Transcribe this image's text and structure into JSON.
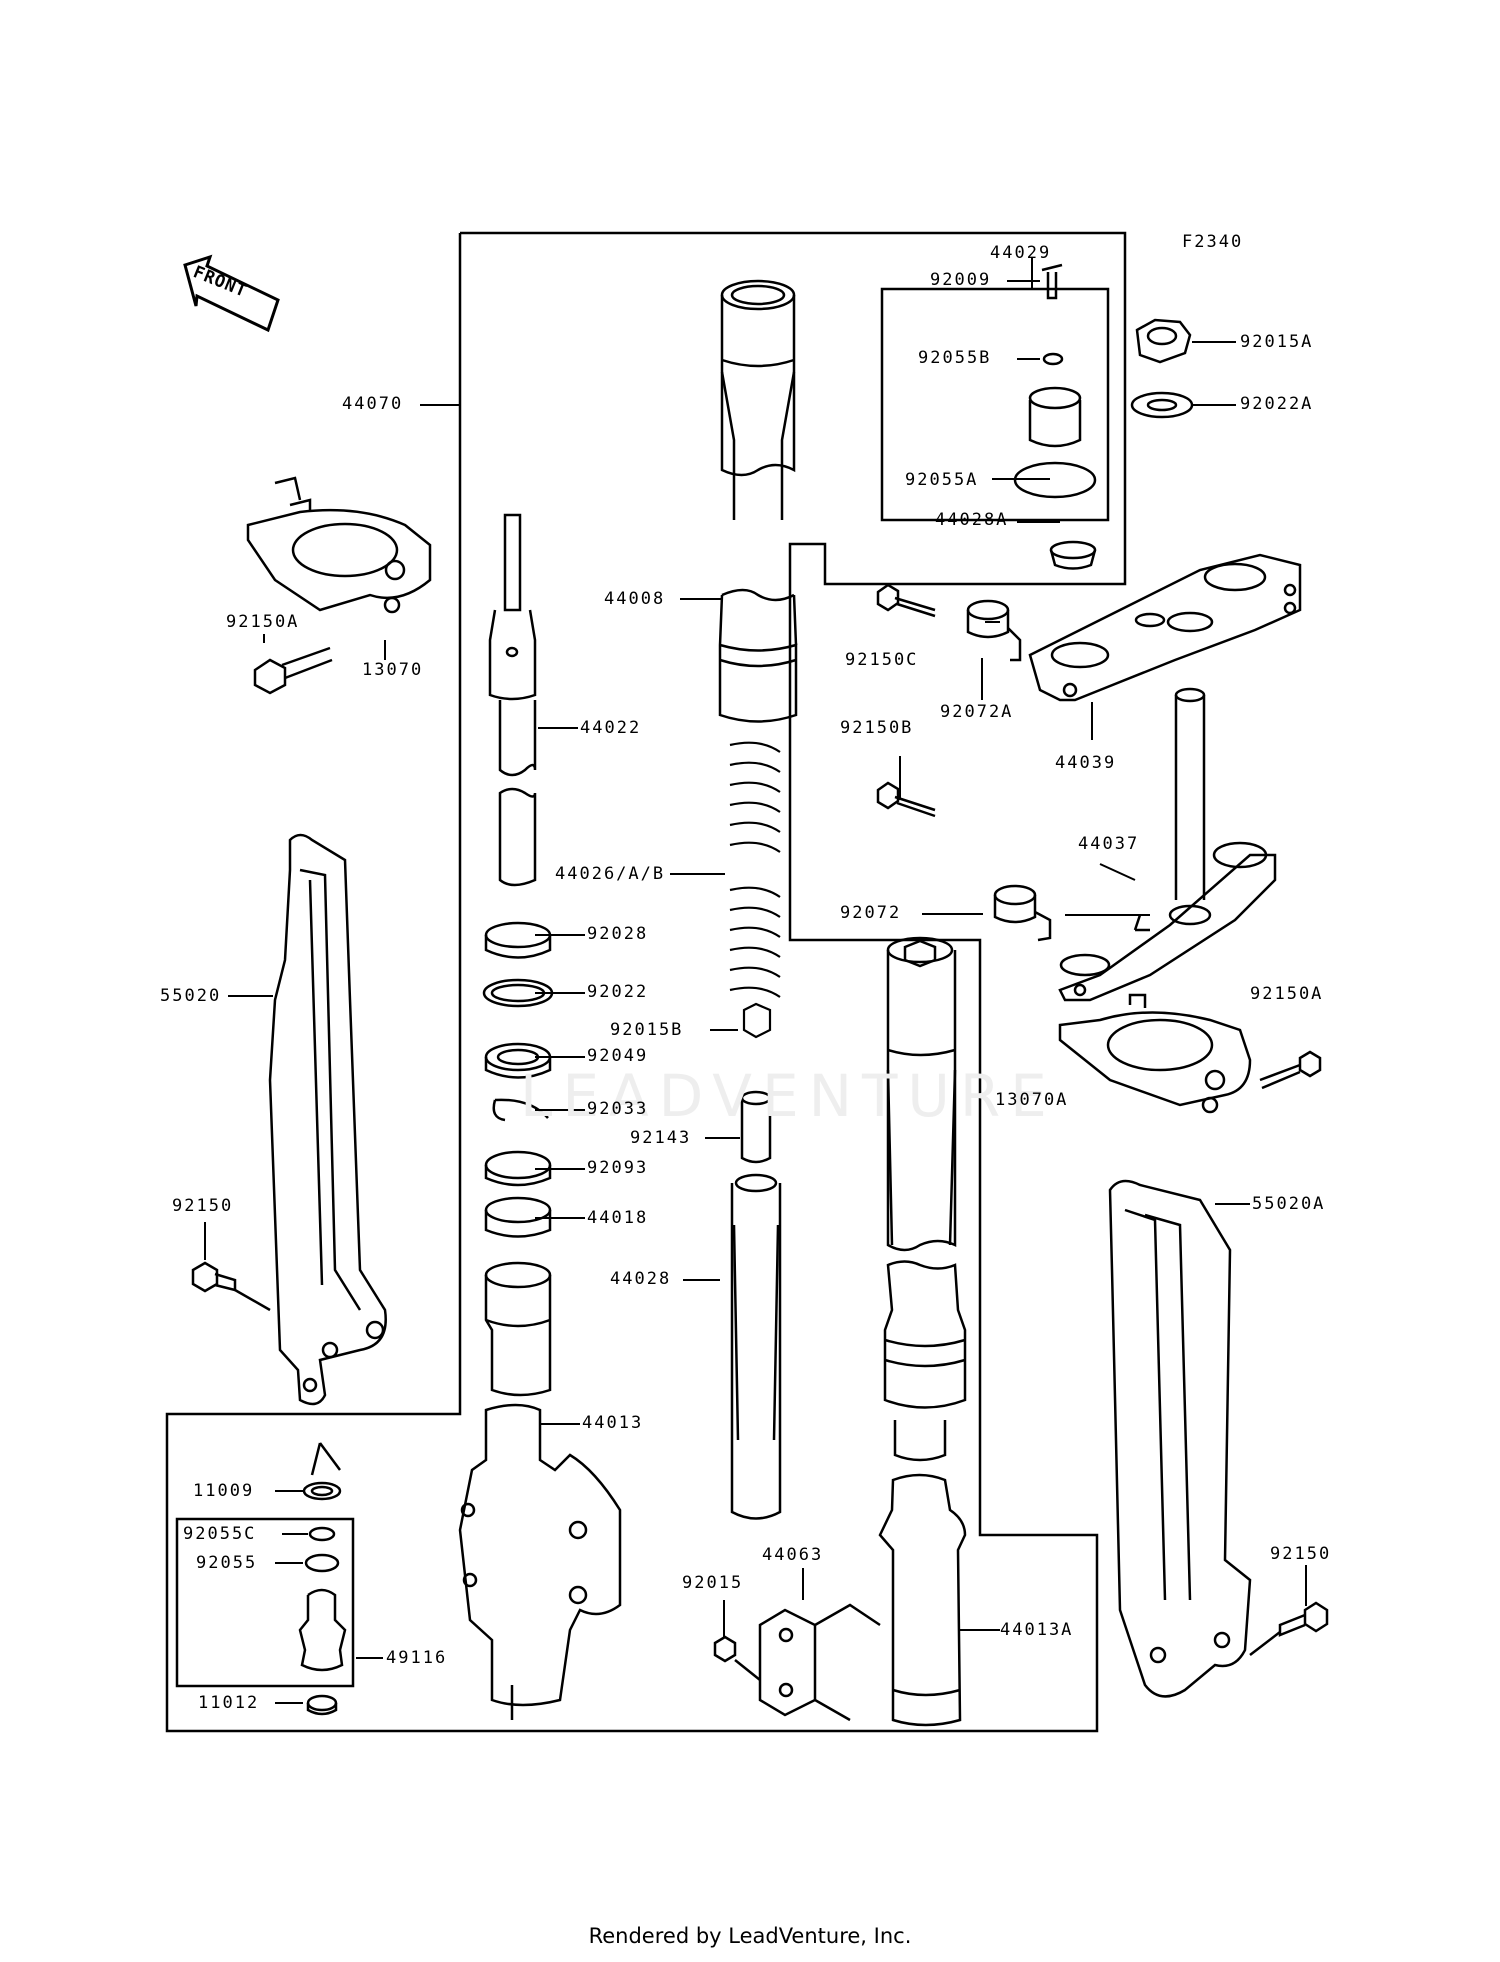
{
  "diagram_code": "F2340",
  "front_label": "FRONT",
  "watermark": "LEADVENTURE",
  "footer": "Rendered by LeadVenture, Inc.",
  "labels": [
    {
      "id": "44029",
      "text": "44029"
    },
    {
      "id": "92009",
      "text": "92009"
    },
    {
      "id": "92055B",
      "text": "92055B"
    },
    {
      "id": "92055A",
      "text": "92055A"
    },
    {
      "id": "44028A",
      "text": "44028A"
    },
    {
      "id": "92015A",
      "text": "92015A"
    },
    {
      "id": "92022A",
      "text": "92022A"
    },
    {
      "id": "44070",
      "text": "44070"
    },
    {
      "id": "92150A-l",
      "text": "92150A"
    },
    {
      "id": "13070",
      "text": "13070"
    },
    {
      "id": "44008",
      "text": "44008"
    },
    {
      "id": "44022",
      "text": "44022"
    },
    {
      "id": "44026",
      "text": "44026/A/B"
    },
    {
      "id": "92028",
      "text": "92028"
    },
    {
      "id": "92022",
      "text": "92022"
    },
    {
      "id": "92015B",
      "text": "92015B"
    },
    {
      "id": "92049",
      "text": "92049"
    },
    {
      "id": "92033",
      "text": "92033"
    },
    {
      "id": "92143",
      "text": "92143"
    },
    {
      "id": "92093",
      "text": "92093"
    },
    {
      "id": "44018",
      "text": "44018"
    },
    {
      "id": "44028",
      "text": "44028"
    },
    {
      "id": "44013",
      "text": "44013"
    },
    {
      "id": "92150C",
      "text": "92150C"
    },
    {
      "id": "92072A",
      "text": "92072A"
    },
    {
      "id": "44039",
      "text": "44039"
    },
    {
      "id": "92150B",
      "text": "92150B"
    },
    {
      "id": "44037",
      "text": "44037"
    },
    {
      "id": "92072",
      "text": "92072"
    },
    {
      "id": "92150A-r",
      "text": "92150A"
    },
    {
      "id": "13070A",
      "text": "13070A"
    },
    {
      "id": "55020",
      "text": "55020"
    },
    {
      "id": "55020A",
      "text": "55020A"
    },
    {
      "id": "92150-l",
      "text": "92150"
    },
    {
      "id": "92150-r",
      "text": "92150"
    },
    {
      "id": "11009",
      "text": "11009"
    },
    {
      "id": "92055C",
      "text": "92055C"
    },
    {
      "id": "92055",
      "text": "92055"
    },
    {
      "id": "49116",
      "text": "49116"
    },
    {
      "id": "11012",
      "text": "11012"
    },
    {
      "id": "92015",
      "text": "92015"
    },
    {
      "id": "44063",
      "text": "44063"
    },
    {
      "id": "44013A",
      "text": "44013A"
    }
  ]
}
